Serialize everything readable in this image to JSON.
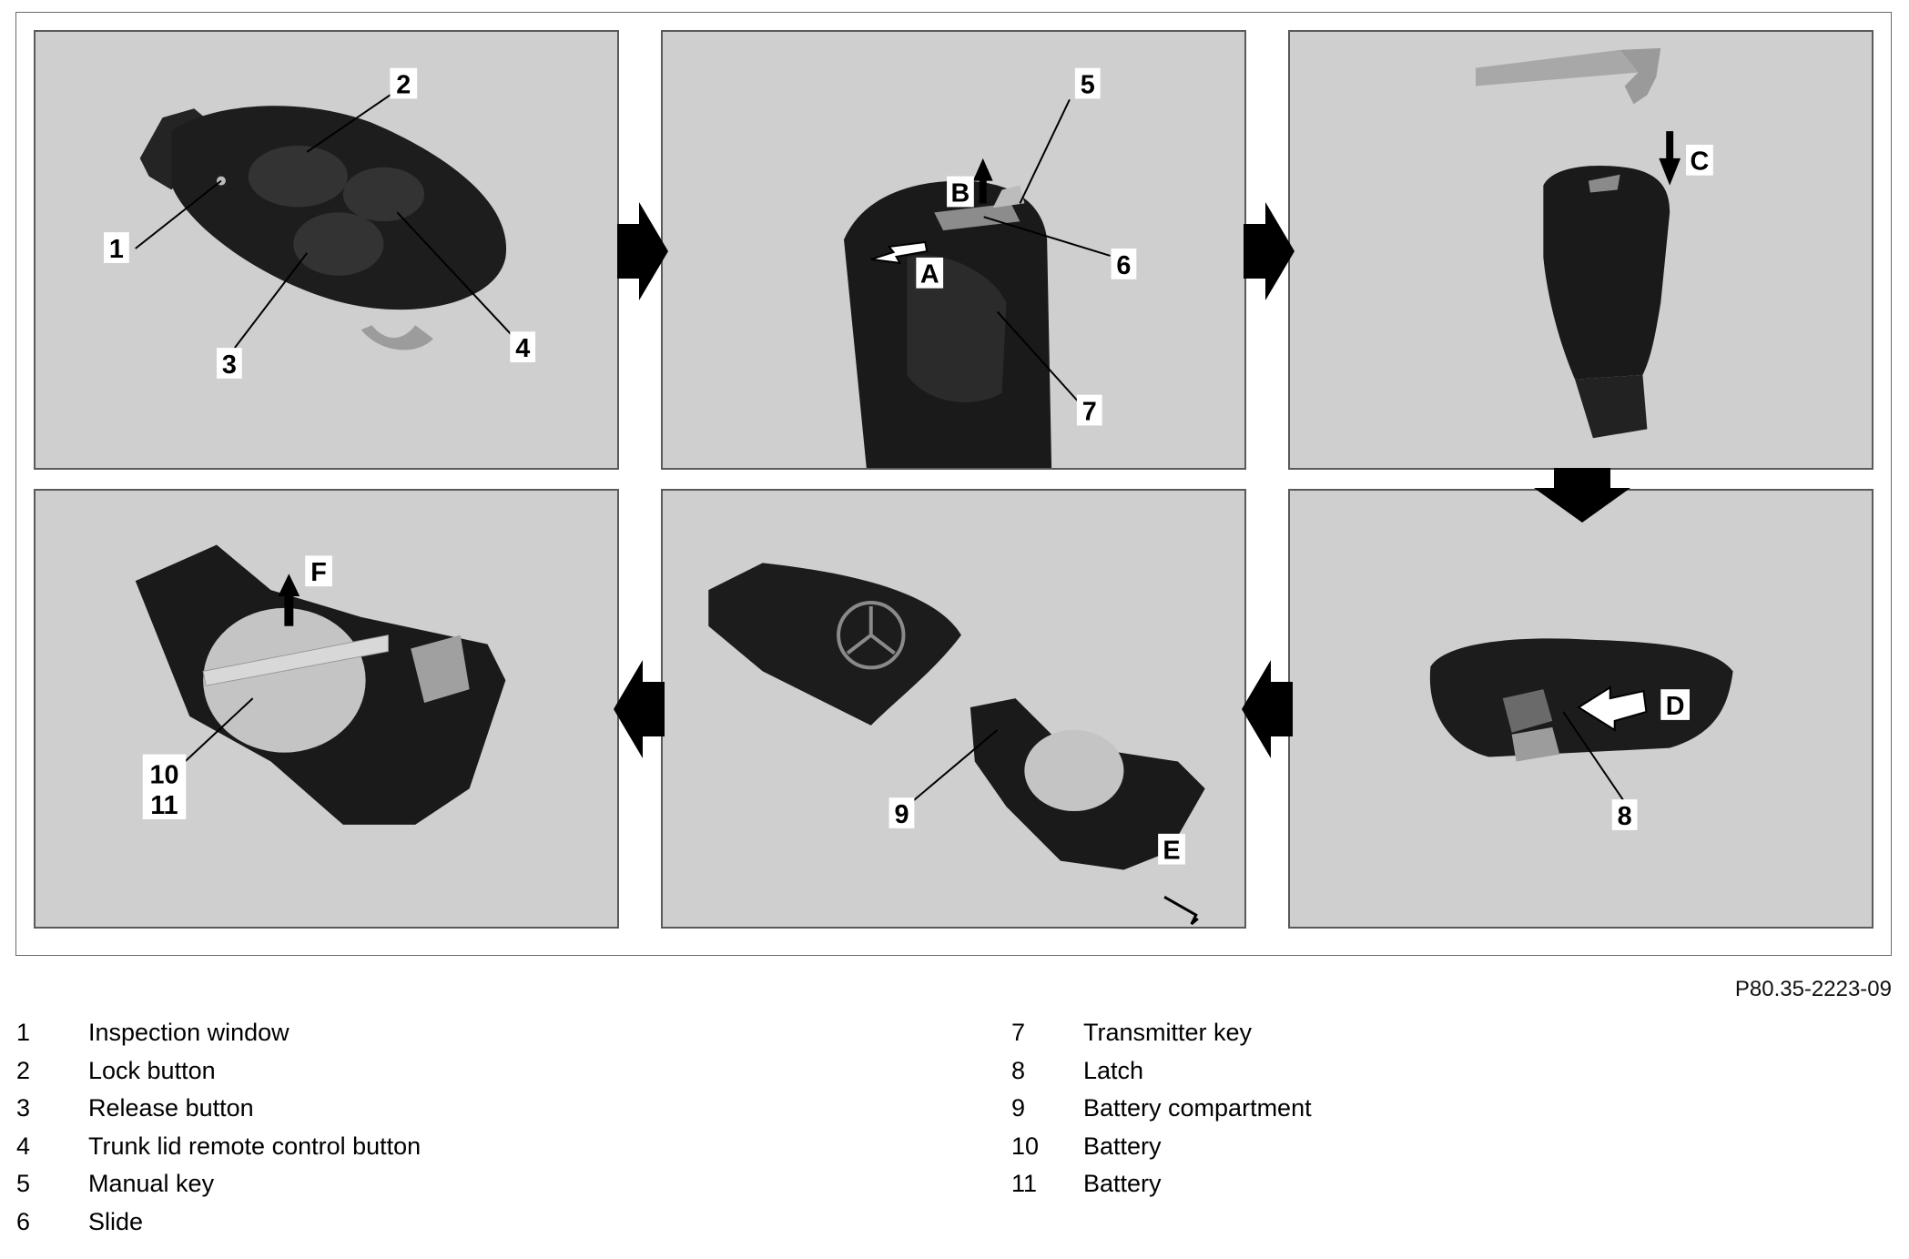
{
  "callouts": {
    "c1": "1",
    "c2": "2",
    "c3": "3",
    "c4": "4",
    "c5": "5",
    "c6": "6",
    "c7": "7",
    "c8": "8",
    "c9": "9",
    "c10": "10",
    "c11": "11",
    "A": "A",
    "B": "B",
    "C": "C",
    "D": "D",
    "E": "E",
    "F": "F"
  },
  "figure_code": "P80.35-2223-09",
  "legend_left": [
    {
      "num": "1",
      "label": "Inspection window"
    },
    {
      "num": "2",
      "label": "Lock button"
    },
    {
      "num": "3",
      "label": "Release button"
    },
    {
      "num": "4",
      "label": "Trunk lid remote control button"
    },
    {
      "num": "5",
      "label": "Manual key"
    },
    {
      "num": "6",
      "label": "Slide"
    }
  ],
  "legend_right": [
    {
      "num": "7",
      "label": "Transmitter key"
    },
    {
      "num": "8",
      "label": "Latch"
    },
    {
      "num": "9",
      "label": "Battery compartment"
    },
    {
      "num": "10",
      "label": "Battery"
    },
    {
      "num": "11",
      "label": "Battery"
    }
  ],
  "colors": {
    "panel_bg": "#cfcfcf",
    "key_body": "#1c1c1c",
    "arrow": "#000000"
  }
}
